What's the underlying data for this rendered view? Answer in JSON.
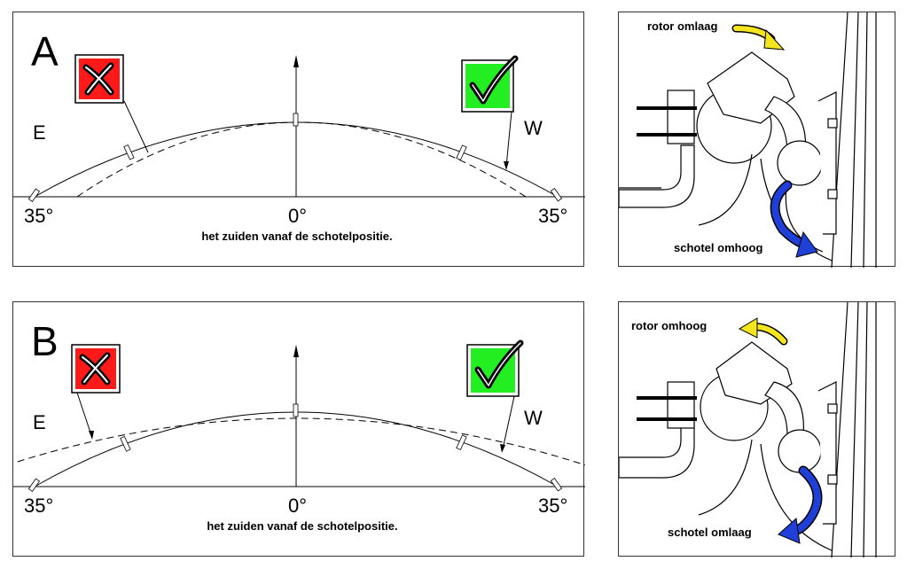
{
  "panel_a": {
    "letter": "A",
    "east": "E",
    "west": "W",
    "left_deg": "35°",
    "center_deg": "0°",
    "right_deg": "35°",
    "caption": "het zuiden vanaf de schotelpositie.",
    "wrong_icon": "red-cross-icon",
    "right_icon": "green-check-icon"
  },
  "panel_b": {
    "letter": "B",
    "east": "E",
    "west": "W",
    "left_deg": "35°",
    "center_deg": "0°",
    "right_deg": "35°",
    "caption": "het zuiden vanaf de schotelpositie.",
    "wrong_icon": "red-cross-icon",
    "right_icon": "green-check-icon"
  },
  "photo_a": {
    "top_label": "rotor omlaag",
    "bottom_label": "schotel omhoog",
    "top_arrow_color": "#f5e51e",
    "bottom_arrow_color": "#1f3fd6"
  },
  "photo_b": {
    "top_label": "rotor omhoog",
    "bottom_label": "schotel omlaag",
    "top_arrow_color": "#f5e51e",
    "bottom_arrow_color": "#1f3fd6"
  }
}
